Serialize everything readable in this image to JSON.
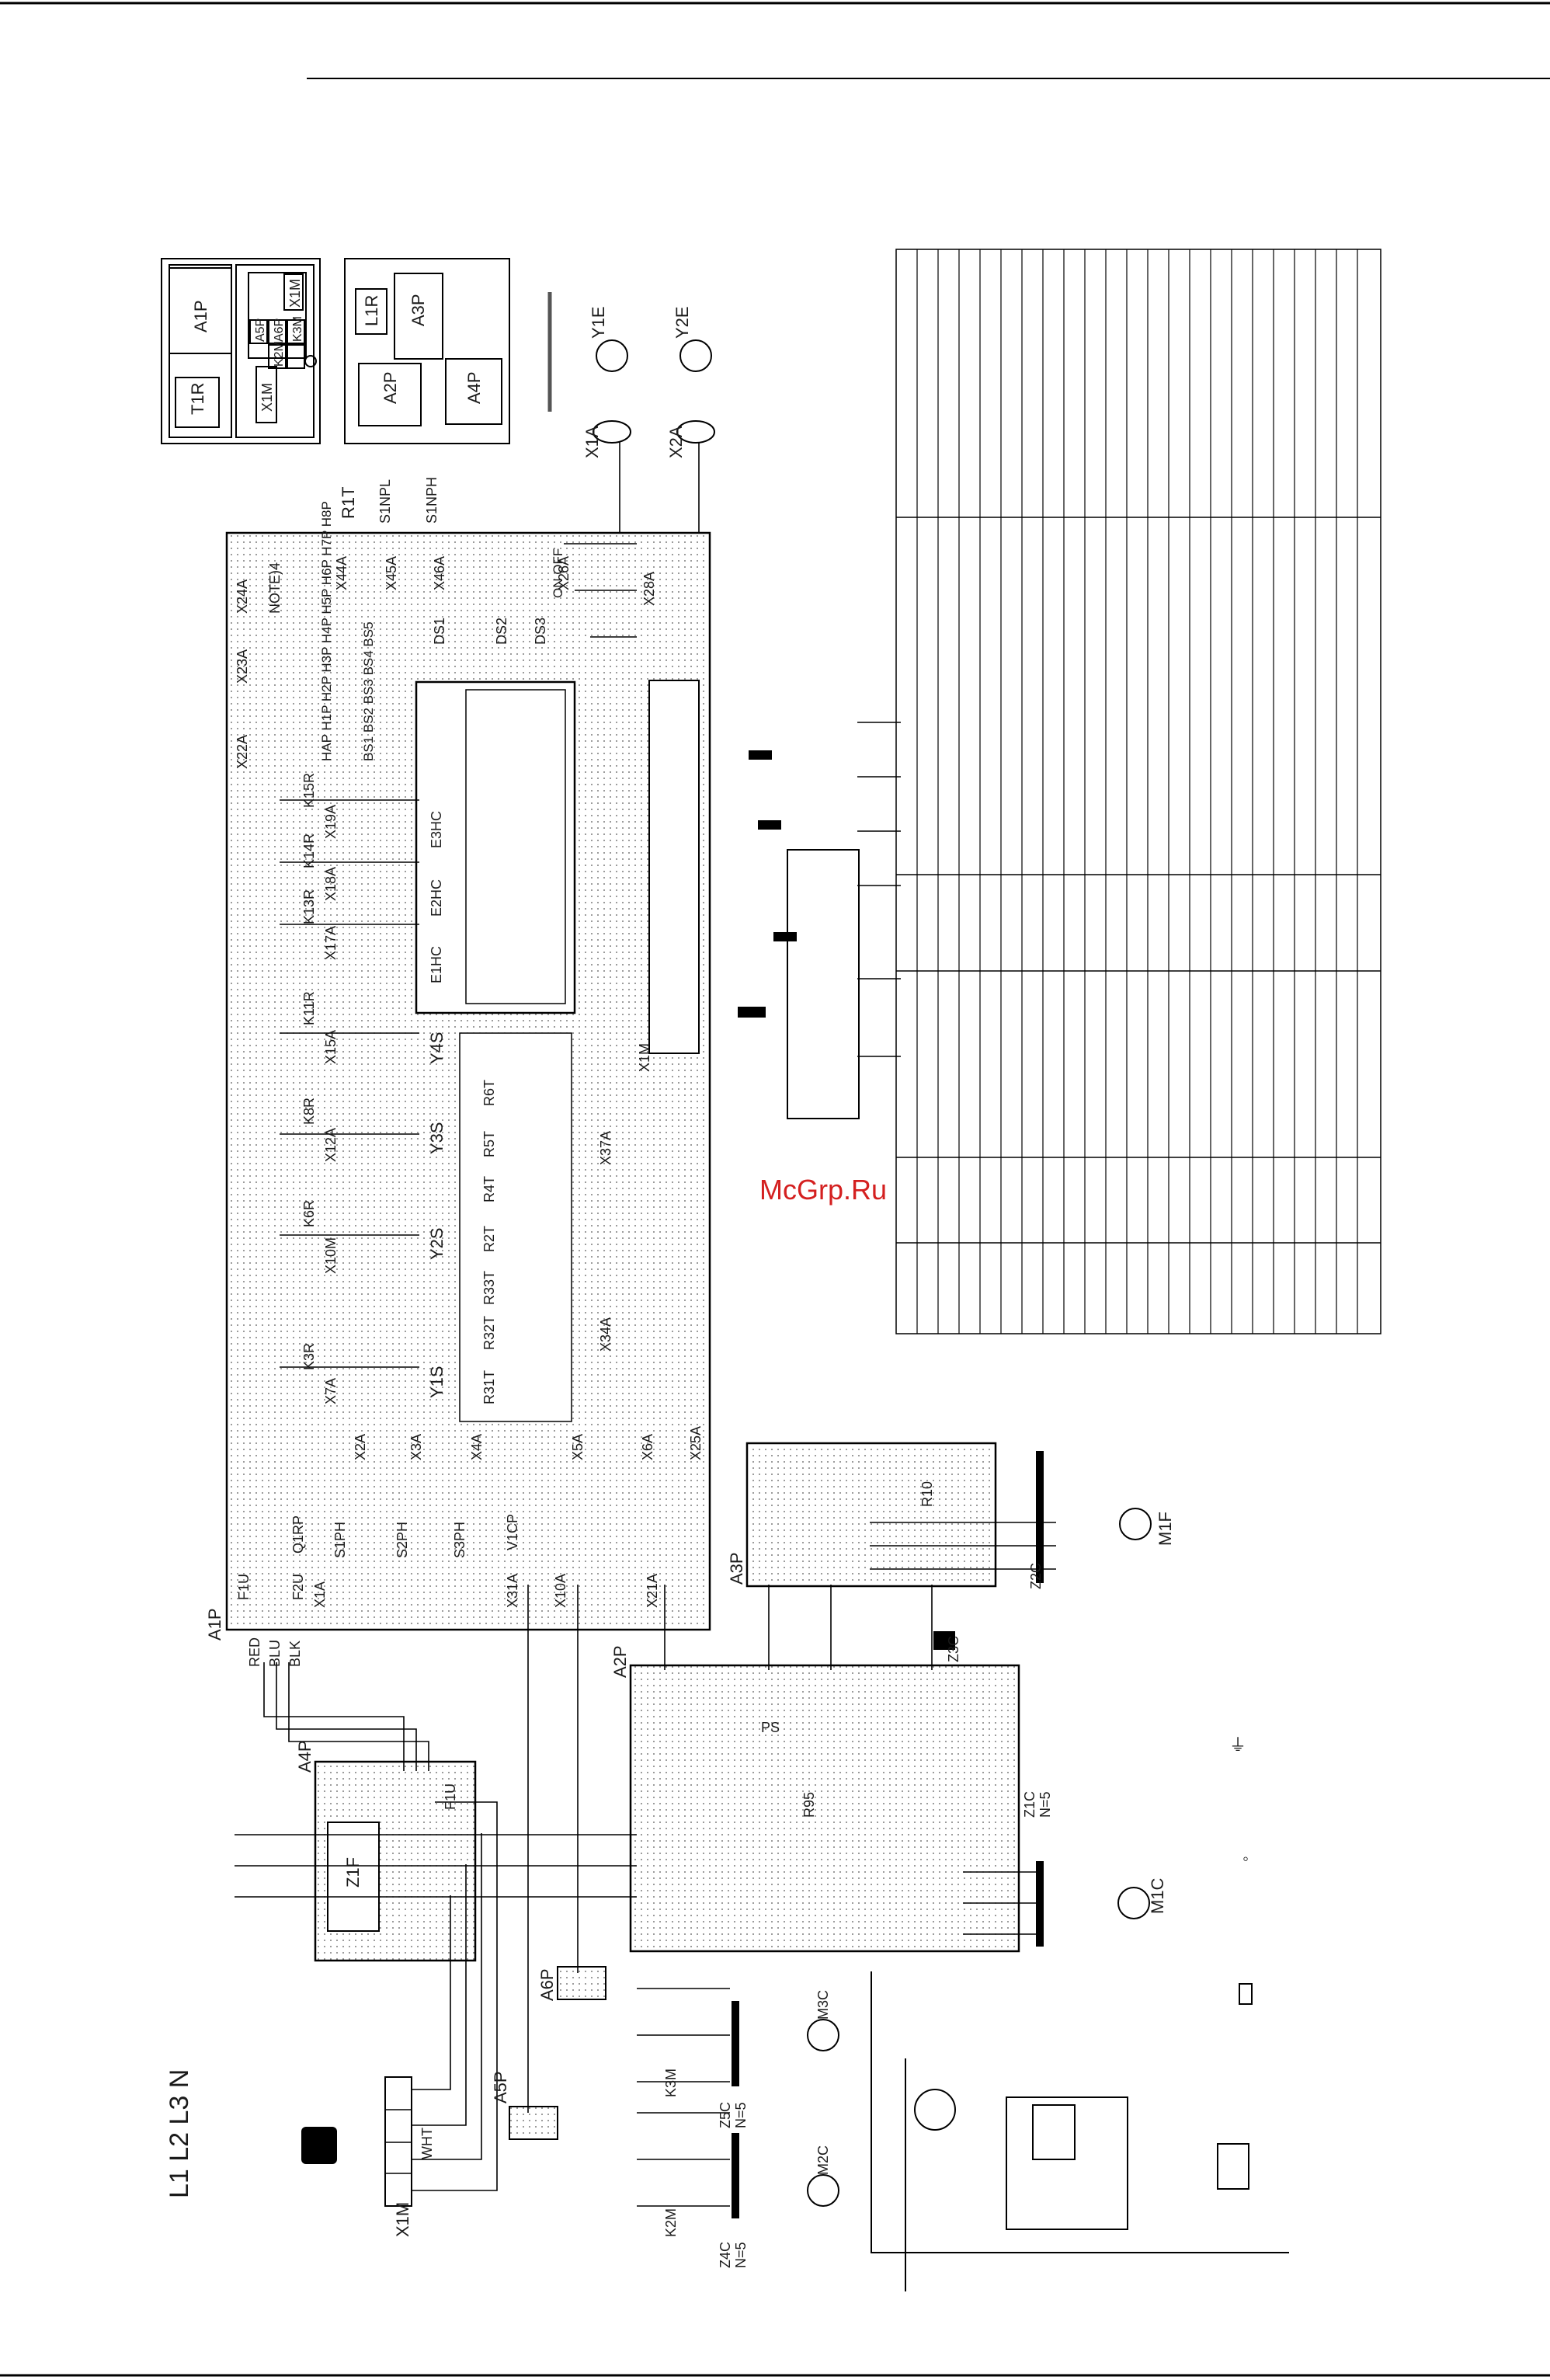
{
  "supply": {
    "phases": "L1 L2 L3 N"
  },
  "boards": {
    "main": "A1P",
    "filter": "A4P",
    "inverter": "A2P",
    "fan_pcb": "A3P",
    "a5p": "A5P",
    "a6p": "A6P",
    "terminal": "X1M"
  },
  "layout_boxes": {
    "box1": [
      "A1P",
      "X1M",
      "A5P",
      "A6P",
      "K2M",
      "K3M",
      "T1R",
      "X1M"
    ],
    "box2": [
      "L1R",
      "A3P",
      "A2P",
      "A4P"
    ]
  },
  "fan_motors": [
    "Y1E",
    "Y2E"
  ],
  "fan_connectors": [
    "X1A",
    "X2A"
  ],
  "wire_colors": [
    "RED",
    "BLU",
    "BLK",
    "WHT"
  ],
  "compressors": {
    "m1c": {
      "name": "M1C",
      "ferrite": "Z1C",
      "turns": "N=5"
    },
    "m2c": {
      "name": "M2C",
      "ferrite": "Z4C",
      "turns": "N=5"
    },
    "m3c": {
      "name": "M3C",
      "ferrite": "Z5C",
      "turns": "N=5"
    }
  },
  "fan": {
    "motor": "M1F",
    "ferrite": "Z2C"
  },
  "contactors": [
    "K2M",
    "K3M"
  ],
  "sensors": [
    "R1T",
    "R31T",
    "R32T",
    "R33T",
    "R2T",
    "R4T",
    "R5T",
    "R6T"
  ],
  "pressure_switches": [
    "S1NPL",
    "S1NPH",
    "S1PH",
    "S2PH",
    "S3PH"
  ],
  "valves": [
    "Y1S",
    "Y2S",
    "Y3S",
    "Y4S"
  ],
  "heaters": [
    "E1HC",
    "E2HC",
    "E3HC"
  ],
  "relays": [
    "K3R",
    "K6R",
    "K8R",
    "K11R",
    "K13R",
    "K14R",
    "K15R"
  ],
  "connectors_top": [
    "X22A",
    "X23A",
    "X24A",
    "X44A",
    "X45A",
    "X46A",
    "X26A",
    "X28A"
  ],
  "connectors_left": [
    "X7A",
    "X10M",
    "X12A",
    "X15A",
    "X17A",
    "X18A",
    "X19A"
  ],
  "connectors_a1p": [
    "X1A",
    "X2A",
    "X3A",
    "X4A",
    "X5A",
    "X6A",
    "X25A",
    "X31A",
    "X10A",
    "X21A",
    "X34A",
    "X37A"
  ],
  "leds": "HAP H1P H2P H3P H4P H5P H6P H7P H8P",
  "buttons": "BS1 BS2 BS3 BS4 BS5",
  "dip": [
    "DS1",
    "DS2",
    "DS3"
  ],
  "dip_states": "ON OFF",
  "fuses": [
    "F1U",
    "F2U",
    "F1U"
  ],
  "misc": {
    "q1rp": "Q1RP",
    "v1cp": "V1CP",
    "z1f": "Z1F",
    "z3c": "Z3C",
    "ps": "PS",
    "x1m": "X1M",
    "note": "NOTE)4",
    "r95": "R95",
    "r10": "R10"
  },
  "watermark": "McGrp.Ru"
}
